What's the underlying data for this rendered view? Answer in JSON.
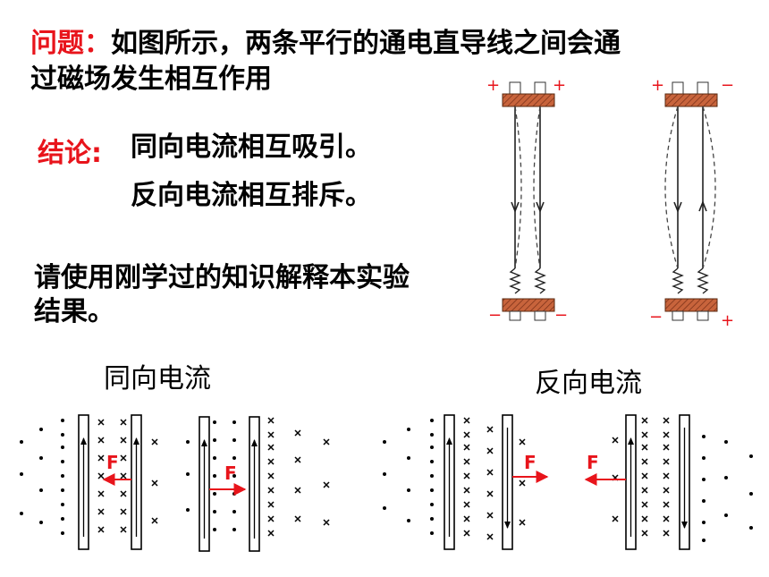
{
  "question": {
    "label": "问题：",
    "line1": "如图所示，两条平行的通电直导线之间会通",
    "line2": "过磁场发生相互作用"
  },
  "conclusion": {
    "label": "结论:",
    "line1": "同向电流相互吸引。",
    "line2": "反向电流相互排斥。"
  },
  "prompt": {
    "line1": "请使用刚学过的知识解释本实验",
    "line2": "结果。"
  },
  "captions": {
    "same": "同向电流",
    "opposite": "反向电流"
  },
  "force_label": "F",
  "apparatus": {
    "left_top_signs": [
      "+",
      "+"
    ],
    "left_bottom_signs": [
      "−",
      "−"
    ],
    "right_top_signs": [
      "+",
      "−"
    ],
    "right_bottom_signs": [
      "−",
      "+"
    ]
  },
  "colors": {
    "accent": "#e8141b",
    "copper": "#c8643c"
  }
}
